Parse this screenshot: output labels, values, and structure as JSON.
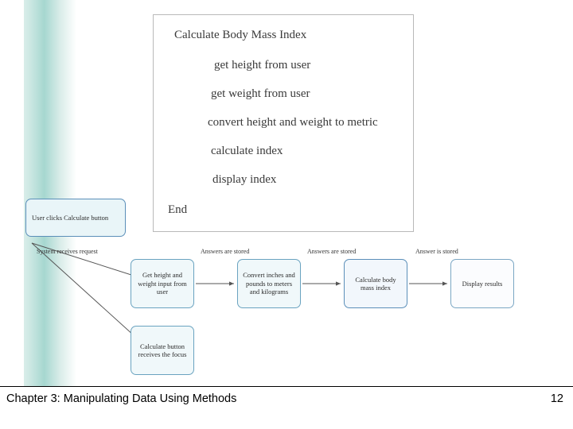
{
  "slide": {
    "footer_title": "Chapter 3: Manipulating Data Using Methods",
    "page_number": "12"
  },
  "pseudocode": {
    "title": "Calculate Body Mass Index",
    "steps": [
      "get height from user",
      "get weight from user",
      "convert height and weight to metric",
      "calculate index",
      "display index"
    ],
    "end": "End"
  },
  "flow": {
    "boxes": {
      "user_clicks": "User clicks Calculate button",
      "get_input": "Get height and weight input from user",
      "convert": "Convert inches and pounds to meters and kilograms",
      "calculate": "Calculate body mass index",
      "display": "Display results",
      "focus": "Calculate button receives the focus"
    },
    "labels": {
      "system_receives": "System receives request",
      "answers_stored_1": "Answers are stored",
      "answers_stored_2": "Answers are stored",
      "answer_stored": "Answer is stored"
    }
  },
  "colors": {
    "box_border": "#5b8fb9",
    "box_fill": "#f2f7fc",
    "band_teal": "#a6d7d0",
    "text": "#2b2b2b"
  }
}
